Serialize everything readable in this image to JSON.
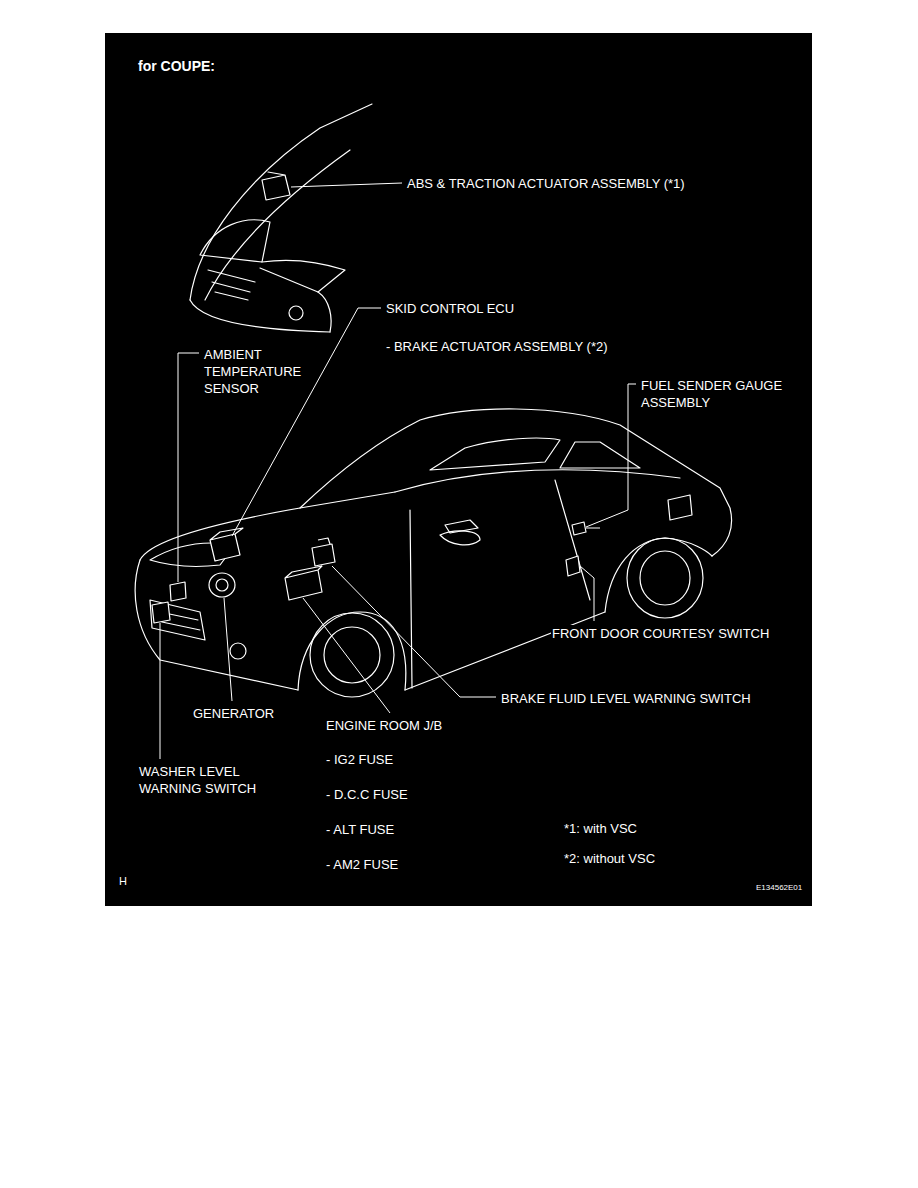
{
  "diagram": {
    "title": "for COUPE:",
    "labels": [
      "ABS & TRACTION ACTUATOR ASSEMBLY (*1)",
      "SKID CONTROL ECU",
      "- BRAKE ACTUATOR ASSEMBLY (*2)",
      "AMBIENT TEMPERATURE SENSOR",
      "FUEL SENDER GAUGE ASSEMBLY",
      "FRONT DOOR COURTESY SWITCH",
      "BRAKE FLUID LEVEL WARNING SWITCH",
      "GENERATOR",
      "ENGINE ROOM J/B",
      "- IG2 FUSE",
      "- D.C.C FUSE",
      "- ALT FUSE",
      "- AM2 FUSE",
      "WASHER LEVEL WARNING SWITCH",
      "*1: with VSC",
      "*2: without VSC",
      "H",
      "E134562E01"
    ]
  }
}
